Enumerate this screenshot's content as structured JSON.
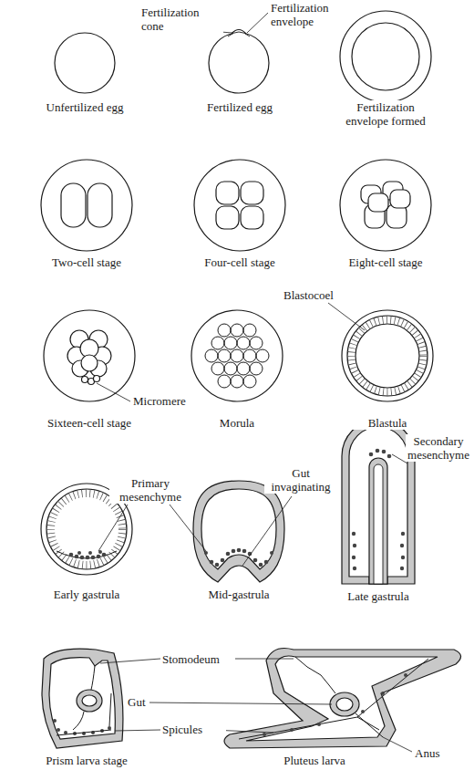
{
  "diagram": {
    "labels": [
      "Fertilization cone",
      "Fertilization envelope",
      "Unfertilized egg",
      "Fertilized egg",
      "Fertilization envelope formed",
      "Two-cell stage",
      "Four-cell stage",
      "Eight-cell stage",
      "Micromere",
      "Sixteen-cell stage",
      "Morula",
      "Blastocoel",
      "Blastula",
      "Primary mesenchyme",
      "Gut invaginating",
      "Secondary mesenchyme",
      "Early gastrula",
      "Mid-gastrula",
      "Late gastrula",
      "Stomodeum",
      "Gut",
      "Spicules",
      "Prism larva stage",
      "Anus",
      "Pluteus larva"
    ]
  }
}
